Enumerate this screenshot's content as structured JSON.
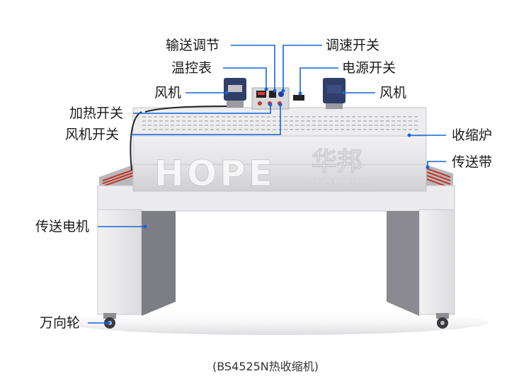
{
  "colors": {
    "leader_line": "#1565d8",
    "machine_body": "#e4e4e6",
    "machine_shade": "#c9c9cc",
    "stand": "#eeeeef",
    "conveyor_roller": "#c0392b"
  },
  "labels": {
    "conveyor_adjust": "输送调节",
    "speed_switch": "调速开关",
    "temp_controller": "温控表",
    "power_switch": "电源开关",
    "fan_left": "风机",
    "fan_right": "风机",
    "heat_switch": "加热开关",
    "fan_switch": "风机开关",
    "shrink_oven": "收缩炉",
    "conveyor_belt": "传送带",
    "conveyor_motor": "传送电机",
    "caster_wheel": "万向轮"
  },
  "watermark": {
    "brand_en": "HOPE",
    "brand_cn": "华邦",
    "sub": "HOPEMACHINE"
  },
  "caption": "(BS4525N热收缩机)"
}
